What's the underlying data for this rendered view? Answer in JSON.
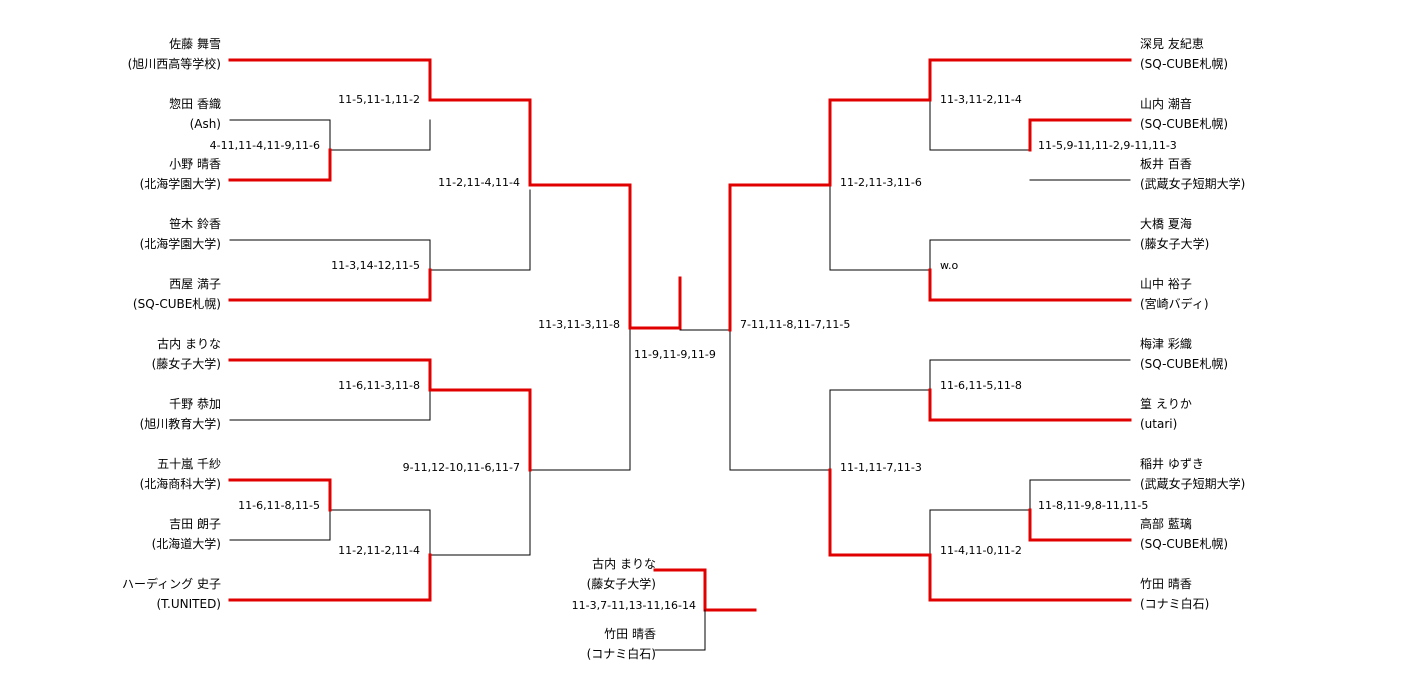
{
  "colors": {
    "winner": "#e00000",
    "line": "#000000",
    "background": "#ffffff"
  },
  "left": {
    "players": [
      {
        "name": "佐藤 舞雪",
        "club": "(旭川西高等学校)"
      },
      {
        "name": "惣田 香織",
        "club": "(Ash)"
      },
      {
        "name": "小野 晴香",
        "club": "(北海学園大学)"
      },
      {
        "name": "笹木 鈴香",
        "club": "(北海学園大学)"
      },
      {
        "name": "西屋 満子",
        "club": "(SQ-CUBE札幌)"
      },
      {
        "name": "古内 まりな",
        "club": "(藤女子大学)"
      },
      {
        "name": "千野 恭加",
        "club": "(旭川教育大学)"
      },
      {
        "name": "五十嵐 千紗",
        "club": "(北海商科大学)"
      },
      {
        "name": "吉田 朗子",
        "club": "(北海道大学)"
      },
      {
        "name": "ハーディング 史子",
        "club": "(T.UNITED)"
      }
    ],
    "scores": {
      "r0": "4-11,11-4,11-9,11-6",
      "r1a": "11-5,11-1,11-2",
      "r1b": "11-3,14-12,11-5",
      "r1c": "11-6,11-3,11-8",
      "r0b": "11-6,11-8,11-5",
      "r1d": "11-2,11-2,11-4",
      "qf1": "11-2,11-4,11-4",
      "qf2": "9-11,12-10,11-6,11-7",
      "sf": "11-3,11-3,11-8"
    }
  },
  "right": {
    "players": [
      {
        "name": "深見 友紀恵",
        "club": "(SQ-CUBE札幌)"
      },
      {
        "name": "山内 潮音",
        "club": "(SQ-CUBE札幌)"
      },
      {
        "name": "板井 百香",
        "club": "(武蔵女子短期大学)"
      },
      {
        "name": "大橋 夏海",
        "club": "(藤女子大学)"
      },
      {
        "name": "山中 裕子",
        "club": "(宮崎バディ)"
      },
      {
        "name": "梅津 彩織",
        "club": "(SQ-CUBE札幌)"
      },
      {
        "name": "篁 えりか",
        "club": "(utari)"
      },
      {
        "name": "稲井 ゆずき",
        "club": "(武蔵女子短期大学)"
      },
      {
        "name": "高部 藍璃",
        "club": "(SQ-CUBE札幌)"
      },
      {
        "name": "竹田 晴香",
        "club": "(コナミ白石)"
      }
    ],
    "scores": {
      "r0": "11-5,9-11,11-2,9-11,11-3",
      "r1a": "11-3,11-2,11-4",
      "r1b": "w.o",
      "r1c": "11-6,11-5,11-8",
      "r0b": "11-8,11-9,8-11,11-5",
      "r1d": "11-4,11-0,11-2",
      "qf1": "11-2,11-3,11-6",
      "qf2": "11-1,11-7,11-3",
      "sf": "7-11,11-8,11-7,11-5"
    }
  },
  "final": {
    "score": "11-9,11-9,11-9"
  },
  "third_place": {
    "winner": {
      "name": "古内 まりな",
      "club": "(藤女子大学)"
    },
    "loser": {
      "name": "竹田 晴香",
      "club": "(コナミ白石)"
    },
    "score": "11-3,7-11,13-11,16-14"
  }
}
